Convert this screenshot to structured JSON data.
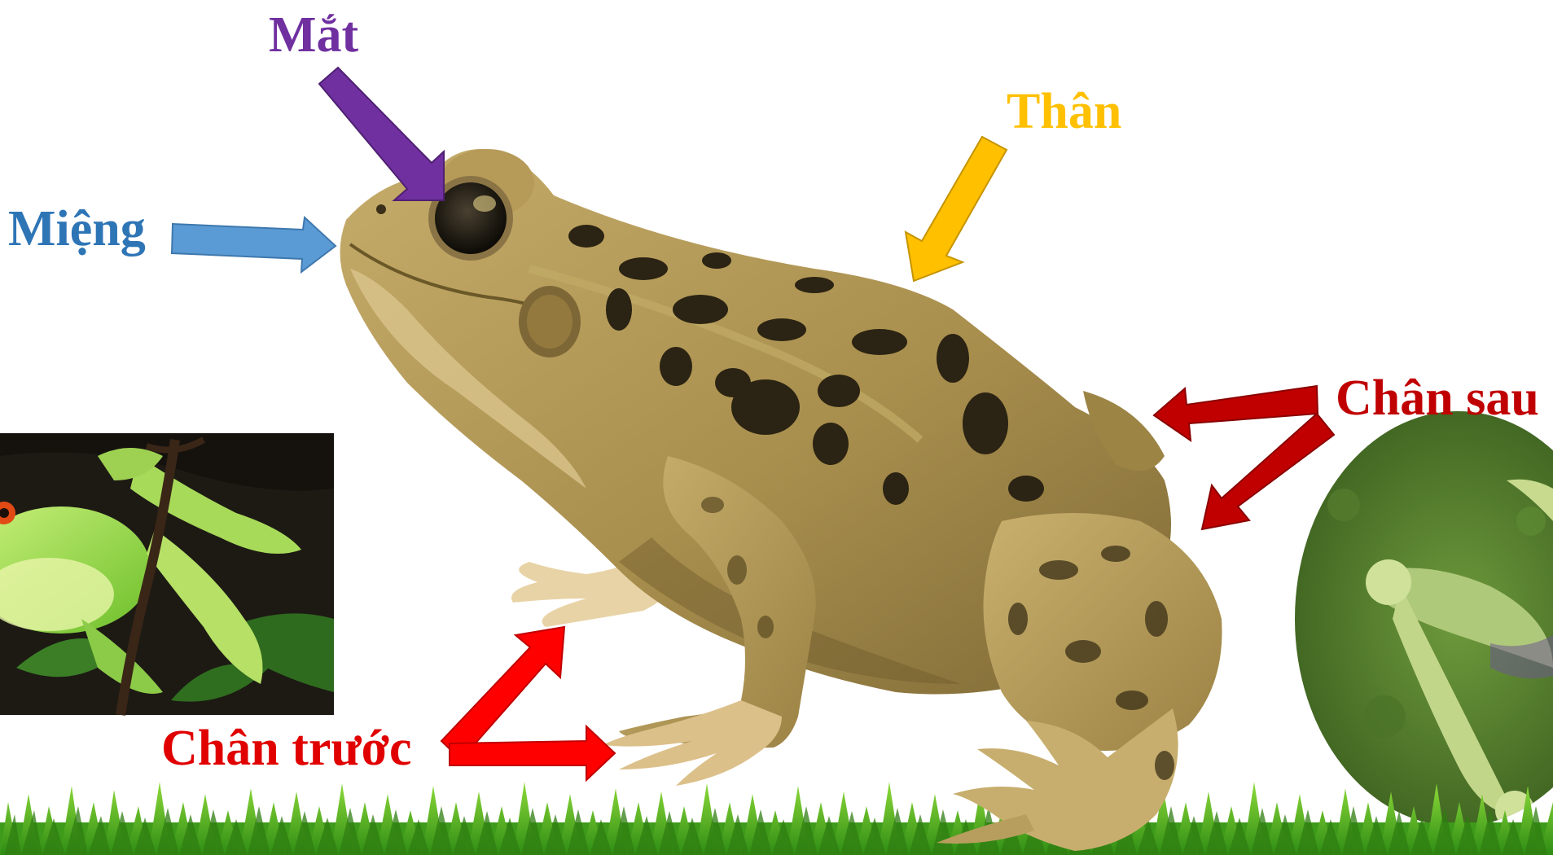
{
  "labels": {
    "eye": "Mắt",
    "body": "Thân",
    "mouth": "Miệng",
    "hind_legs": "Chân sau",
    "front_legs": "Chân trước"
  },
  "colors": {
    "eye": "#7030A0",
    "body": "#FFC000",
    "mouth": "#5B9BD5",
    "hind_legs": "#C00000",
    "front_legs": "#FF0000",
    "frog_skin": "#A98F4E",
    "frog_spots": "#2B2313",
    "grass": "#4CAF1F"
  },
  "icons": {
    "main": "frog-photo",
    "left_inset": "green-tree-frog-photo",
    "right_inset": "frog-foot-closeup-photo",
    "ground": "grass-strip"
  }
}
